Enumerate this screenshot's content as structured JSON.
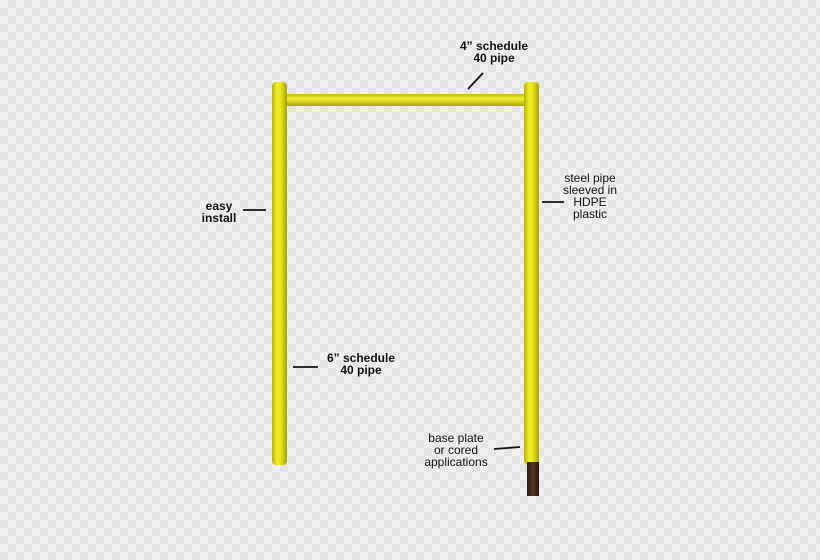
{
  "colors": {
    "pipe_yellow": "#e9e51a",
    "pipe_highlight": "#f6f35a",
    "pipe_shadow": "#a9a400",
    "base_plate": "#4a2a1a",
    "leader": "#111111"
  },
  "labels": {
    "top_pipe": [
      "4” schedule",
      "40 pipe"
    ],
    "left_install": [
      "easy",
      "install"
    ],
    "right_sleeve": [
      "steel pipe",
      "sleeved in",
      "HDPE",
      "plastic"
    ],
    "lower_pipe": [
      "6” schedule",
      "40 pipe"
    ],
    "base_plate": [
      "base plate",
      "or cored",
      "applications"
    ]
  }
}
